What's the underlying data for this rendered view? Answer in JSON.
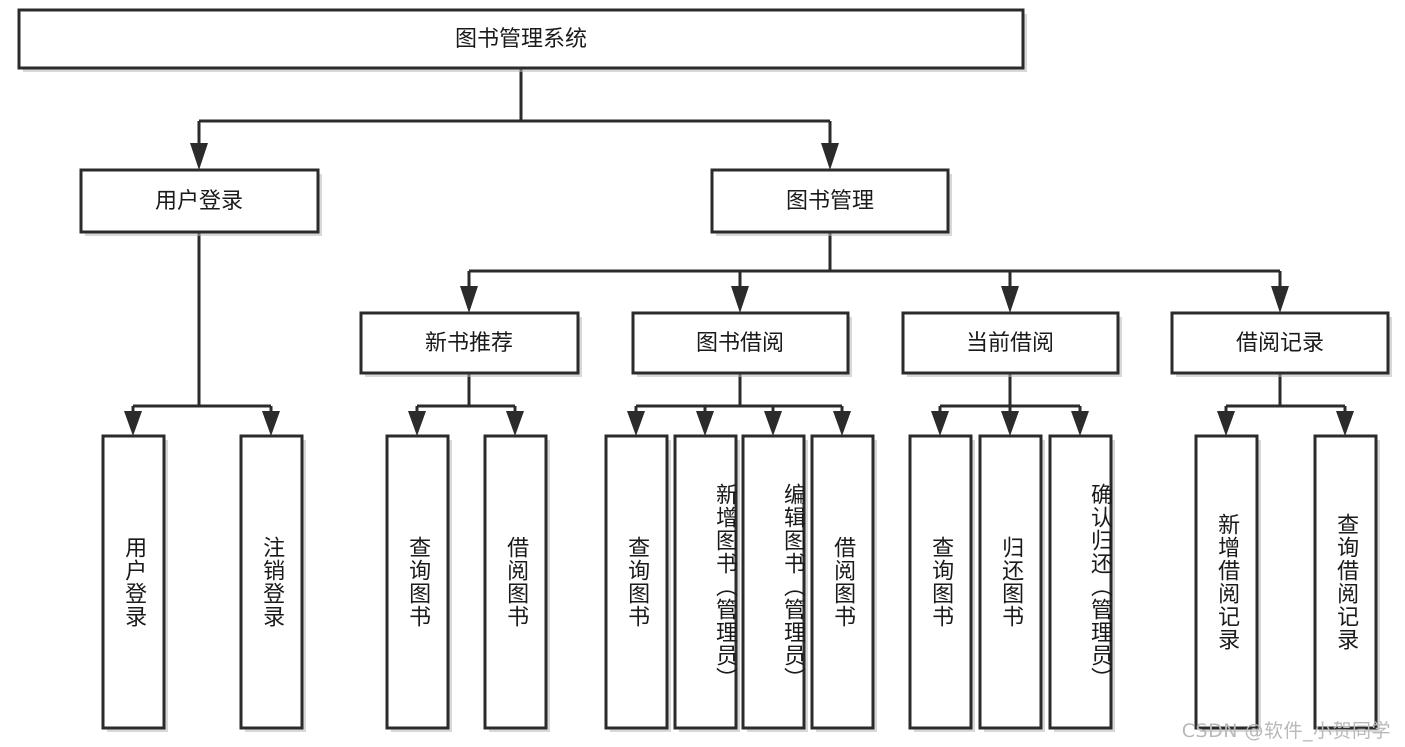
{
  "diagram": {
    "type": "tree-hierarchy",
    "title": "图书管理系统",
    "root": {
      "id": "root",
      "label": "图书管理系统",
      "orientation": "horizontal"
    },
    "level2": [
      {
        "id": "user-login",
        "label": "用户登录",
        "orientation": "horizontal"
      },
      {
        "id": "book-manage",
        "label": "图书管理",
        "orientation": "horizontal"
      }
    ],
    "level3": [
      {
        "id": "new-book-recommend",
        "label": "新书推荐",
        "orientation": "horizontal",
        "parent": "book-manage"
      },
      {
        "id": "book-borrow",
        "label": "图书借阅",
        "orientation": "horizontal",
        "parent": "book-manage"
      },
      {
        "id": "current-borrow",
        "label": "当前借阅",
        "orientation": "horizontal",
        "parent": "book-manage"
      },
      {
        "id": "borrow-record",
        "label": "借阅记录",
        "orientation": "horizontal",
        "parent": "book-manage"
      }
    ],
    "leaves": [
      {
        "id": "leaf-user-login",
        "label": "用户登录",
        "orientation": "vertical",
        "parent": "user-login"
      },
      {
        "id": "leaf-user-logout",
        "label": "注销登录",
        "orientation": "vertical",
        "parent": "user-login"
      },
      {
        "id": "leaf-query-book-1",
        "label": "查询图书",
        "orientation": "vertical",
        "parent": "new-book-recommend"
      },
      {
        "id": "leaf-borrow-book-1",
        "label": "借阅图书",
        "orientation": "vertical",
        "parent": "new-book-recommend"
      },
      {
        "id": "leaf-query-book-2",
        "label": "查询图书",
        "orientation": "vertical",
        "parent": "book-borrow"
      },
      {
        "id": "leaf-add-book",
        "label": "新增图书（管理员）",
        "orientation": "vertical",
        "parent": "book-borrow"
      },
      {
        "id": "leaf-edit-book",
        "label": "编辑图书（管理员）",
        "orientation": "vertical",
        "parent": "book-borrow"
      },
      {
        "id": "leaf-borrow-book-2",
        "label": "借阅图书",
        "orientation": "vertical",
        "parent": "book-borrow"
      },
      {
        "id": "leaf-query-book-3",
        "label": "查询图书",
        "orientation": "vertical",
        "parent": "current-borrow"
      },
      {
        "id": "leaf-return-book",
        "label": "归还图书",
        "orientation": "vertical",
        "parent": "current-borrow"
      },
      {
        "id": "leaf-confirm-return",
        "label": "确认归还（管理员）",
        "orientation": "vertical",
        "parent": "current-borrow"
      },
      {
        "id": "leaf-add-record",
        "label": "新增借阅记录",
        "orientation": "vertical",
        "parent": "borrow-record"
      },
      {
        "id": "leaf-query-record",
        "label": "查询借阅记录",
        "orientation": "vertical",
        "parent": "borrow-record"
      }
    ],
    "colors": {
      "box_fill": "#ffffff",
      "box_stroke": "#2b2b2b",
      "connector": "#2b2b2b",
      "text": "#1a1a1a",
      "watermark": "#b9b9b9",
      "background": "#ffffff"
    }
  },
  "watermark": {
    "text": "CSDN @软件_小贺同学"
  }
}
